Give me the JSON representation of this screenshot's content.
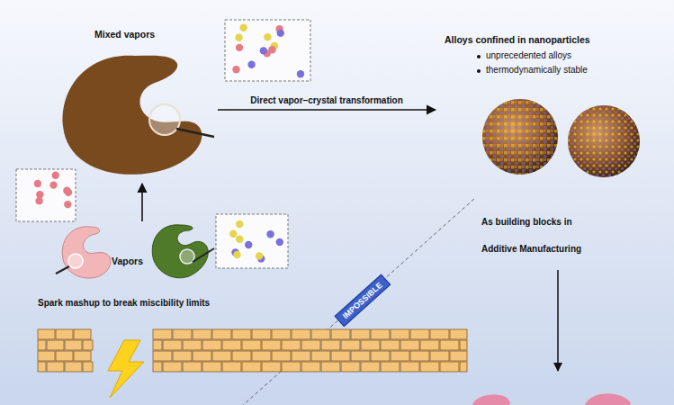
{
  "diagram": {
    "nodes": [
      {
        "text": [
          "Mixed vapors"
        ]
      },
      {
        "text": [
          "Vapors"
        ]
      },
      {
        "text": [
          "Alloys confined in nanoparticles",
          "unprecedented alloys",
          "thermodynamically stable"
        ]
      }
    ],
    "edges": [
      {
        "from": 0,
        "to": 2,
        "label": "Direct vapor–crystal transformation",
        "arrow": "to"
      },
      {
        "from": 1,
        "to": 0,
        "arrow": "to"
      }
    ],
    "labels": [
      "Spark mashup to break miscibility limits",
      "IMPOSSIBLE",
      "As building blocks in Additive Manufacturing"
    ]
  }
}
